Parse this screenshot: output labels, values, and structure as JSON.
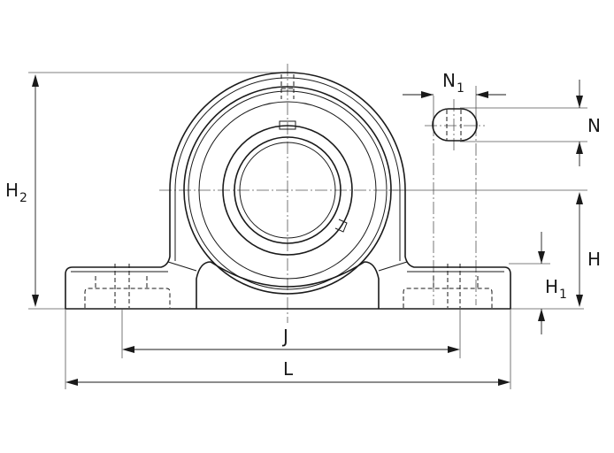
{
  "dimensions": {
    "H2": {
      "main": "H",
      "sub": "2"
    },
    "N1": {
      "main": "N",
      "sub": "1"
    },
    "N": {
      "main": "N"
    },
    "H": {
      "main": "H"
    },
    "H1": {
      "main": "H",
      "sub": "1"
    },
    "J": {
      "main": "J"
    },
    "L": {
      "main": "L"
    }
  }
}
